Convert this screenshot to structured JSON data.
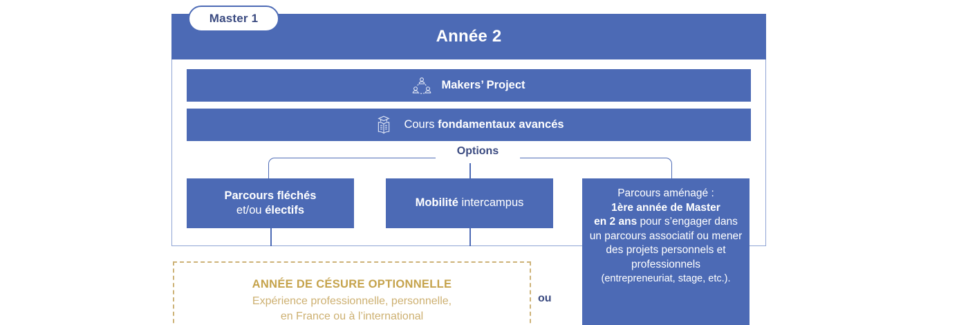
{
  "colors": {
    "blue": "#4c6ab5",
    "navy": "#3a4a80",
    "border_blue": "#8fa4d4",
    "gold": "#c5a34c",
    "gold_light": "#cdb071",
    "gold_dash": "#cdb277",
    "white": "#ffffff"
  },
  "pill": {
    "label": "Master 1"
  },
  "header": {
    "title": "Année 2"
  },
  "rows": [
    {
      "icon": "team-network-icon",
      "text_plain": "Makers’ Project",
      "text_prefix": "",
      "text_bold": "Makers’ Project",
      "text_suffix": ""
    },
    {
      "icon": "book-graduation-cap-icon",
      "text_plain": "Cours fondamentaux avancés",
      "text_prefix": "Cours ",
      "text_bold": "fondamentaux avancés",
      "text_suffix": ""
    }
  ],
  "options": {
    "label": "Options",
    "boxes": [
      {
        "name": "parcours-fleches",
        "line1_bold": "Parcours fléchés",
        "line2_prefix": "et/ou ",
        "line2_bold": "électifs",
        "full_text": "Parcours fléchés et/ou électifs"
      },
      {
        "name": "mobilite-intercampus",
        "bold": "Mobilité",
        "regular": " intercampus",
        "full_text": "Mobilité intercampus"
      },
      {
        "name": "parcours-amenage",
        "line1": "Parcours aménagé :",
        "bold1": "1ère année de Master",
        "bold2": "en 2 ans",
        "after_bold": " pour s’engager dans un parcours associatif ou mener des projets personnels et professionnels",
        "note": "(entrepreneuriat, stage, etc.).",
        "full_text": "Parcours aménagé : 1ère année de Master en 2 ans pour s’engager dans un parcours associatif ou mener des projets personnels et professionnels (entrepreneuriat, stage, etc.)."
      }
    ]
  },
  "cesure": {
    "title": "ANNÉE DE CÉSURE OPTIONNELLE",
    "line1": "Expérience professionnelle, personnelle,",
    "line2": "en France ou à l’international"
  },
  "connector": {
    "or_label": "ou"
  }
}
